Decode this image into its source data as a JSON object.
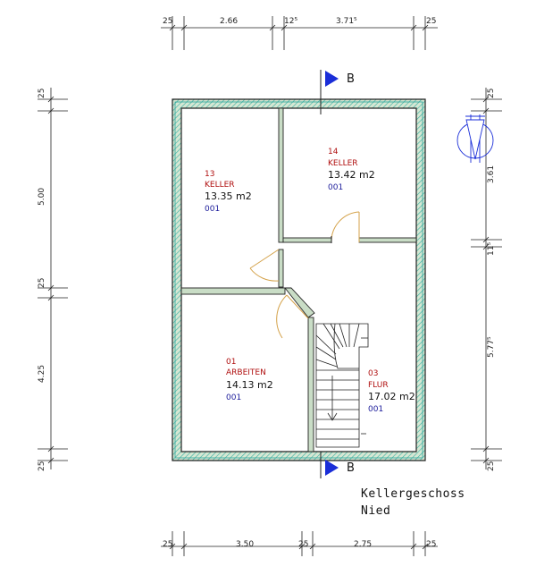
{
  "dimensions": {
    "top": [
      "25",
      "2.66",
      "12⁵",
      "3.71⁵",
      "25"
    ],
    "bottom": [
      "25",
      "3.50",
      "25",
      "2.75",
      "25"
    ],
    "left": [
      "25",
      "5.00",
      "25",
      "4.25",
      "25"
    ],
    "right": [
      "25",
      "3.61",
      "11⁵",
      "5.77⁵",
      "25"
    ]
  },
  "rooms": [
    {
      "number": "13",
      "name": "KELLER",
      "area": "13.35  m2",
      "code": "001"
    },
    {
      "number": "14",
      "name": "KELLER",
      "area": "13.42  m2",
      "code": "001"
    },
    {
      "number": "01",
      "name": "ARBEITEN",
      "area": "14.13  m2",
      "code": "001"
    },
    {
      "number": "03",
      "name": "FLUR",
      "area": "17.02  m2",
      "code": "001"
    }
  ],
  "section_marker": {
    "top": "B",
    "bottom": "B"
  },
  "caption": {
    "line1": "Kellergeschoss",
    "line2": "Nied"
  },
  "colors": {
    "wall_fill": "#c9ddc6",
    "wall_hatch": "#2aa39a",
    "wall_line": "#222222",
    "door": "#d4a24a",
    "room_text": "#b01010",
    "code_text": "#1a1a9a",
    "section_arrow": "#1a2ed8"
  },
  "icons": [
    "north-arrow-icon",
    "section-arrow-icon"
  ]
}
